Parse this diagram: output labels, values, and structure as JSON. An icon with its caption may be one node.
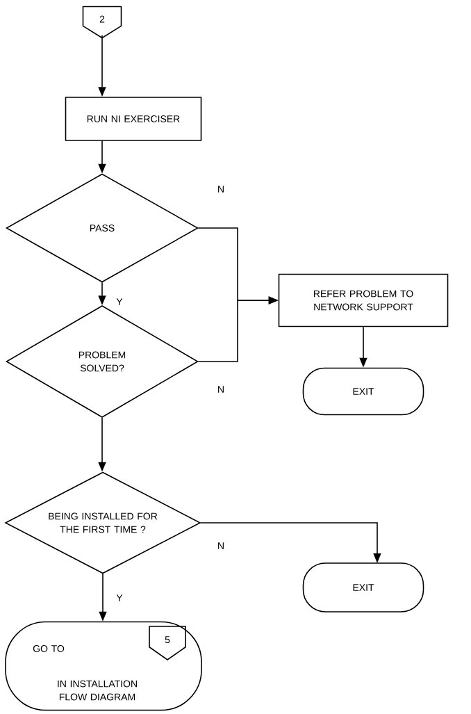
{
  "diagram": {
    "nodes": [
      {
        "text": [
          "2"
        ]
      },
      {
        "text": [
          "RUN NI EXERCISER"
        ]
      },
      {
        "text": [
          "PASS"
        ]
      },
      {
        "text": [
          "PROBLEM SOLVED?"
        ]
      },
      {
        "text": [
          "REFER PROBLEM TO NETWORK SUPPORT"
        ]
      },
      {
        "text": [
          "EXIT"
        ]
      },
      {
        "text": [
          "BEING INSTALLED FOR THE FIRST TIME ?"
        ]
      },
      {
        "text": [
          "EXIT"
        ]
      },
      {
        "text": [
          "GO TO",
          "IN INSTALLATION FLOW DIAGRAM"
        ]
      },
      {
        "text": [
          "5"
        ],
        "in": 8
      }
    ],
    "edges": [
      {
        "from": 0,
        "to": 1,
        "arrow": "to"
      },
      {
        "from": 1,
        "to": 2,
        "arrow": "to"
      },
      {
        "from": 2,
        "to": 3,
        "arrow": "to",
        "label": "Y"
      },
      {
        "from": 2,
        "to": 4,
        "arrow": "to",
        "label": "N"
      },
      {
        "from": 3,
        "to": 4,
        "arrow": "to",
        "label": "N"
      },
      {
        "from": 4,
        "to": 5,
        "arrow": "to"
      },
      {
        "from": 3,
        "to": 6,
        "arrow": "to"
      },
      {
        "from": 6,
        "to": 7,
        "arrow": "to",
        "label": "N"
      },
      {
        "from": 6,
        "to": 8,
        "arrow": "to",
        "label": "Y"
      }
    ]
  }
}
